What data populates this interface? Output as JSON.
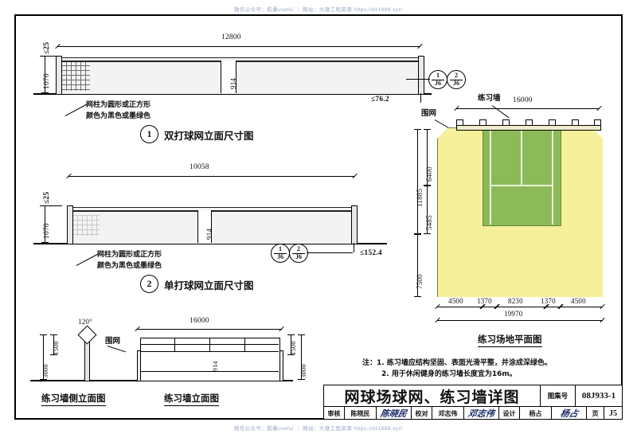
{
  "watermark": {
    "top": "微信公众号：胶囊useful ｜ 网站：大雄工程资源 https://dz1688.xyz/",
    "bottom": "微信公众号：胶囊useful ｜ 网站：大雄工程资源 https://dz1688.xyz/"
  },
  "figure1": {
    "number": "1",
    "title": "双打球网立面尺寸图",
    "dim_top": "12800",
    "dim_height": "1070",
    "dim_post_top": "≤25",
    "dim_center": "914",
    "dim_overhang": "≤76.2",
    "note_line1": "网柱为圆形或正方形",
    "note_line2": "颜色为黑色或墨绿色",
    "bubbles": [
      {
        "num": "1",
        "sub": "J6"
      },
      {
        "num": "2",
        "sub": "J6"
      }
    ]
  },
  "figure2": {
    "number": "2",
    "title": "单打球网立面尺寸图",
    "dim_top": "10058",
    "dim_height": "1070",
    "dim_post_top": "≤25",
    "dim_center": "914",
    "dim_overhang": "≤152.4",
    "note_line1": "网柱为圆形或正方形",
    "note_line2": "颜色为黑色或墨绿色",
    "bubbles": [
      {
        "num": "1",
        "sub": "J6"
      },
      {
        "num": "2",
        "sub": "J6"
      }
    ]
  },
  "figure3": {
    "title": "练习墙侧立面图",
    "dim_angle": "120°",
    "dim_total": "3000",
    "dim_upper": "1500",
    "label_fence": "围网"
  },
  "figure4": {
    "title": "练习墙立面图",
    "dim_length": "16000",
    "dim_net_height": "914",
    "dim_total": "3000",
    "dim_upper": "1500"
  },
  "plan": {
    "title": "练习场地平面图",
    "label_wall": "练习墙",
    "label_fence": "围网",
    "dim_wall_length": "16000",
    "dim_v_top": "6400",
    "dim_v_mid": "5485",
    "dim_v_bottom": "7500",
    "dim_v_total": "11885",
    "dim_h": [
      "4500",
      "1370",
      "8230",
      "1370",
      "4500"
    ],
    "dim_h_total": "19970",
    "colors": {
      "surround": "#f6f09a",
      "court": "#8cba58",
      "line": "#e8f2d8"
    }
  },
  "notes": {
    "prefix": "注：",
    "items": [
      "1.  练习墙应结构坚固、表面光滑平整，并涂成深绿色。",
      "2.  用于休闲健身的练习墙长度宜为16m。"
    ]
  },
  "title_block": {
    "main_title": "网球场球网、练习墙详图",
    "atlas_label": "图集号",
    "atlas_value": "08J933-1",
    "page_label": "页",
    "page_value": "J5",
    "review_label": "审核",
    "review_name": "陈晓民",
    "review_sign": "陈晓民",
    "check_label": "校对",
    "check_name": "邓志伟",
    "check_sign": "邓志伟",
    "design_label": "设计",
    "design_name": "杨占",
    "design_sign": "杨占"
  }
}
